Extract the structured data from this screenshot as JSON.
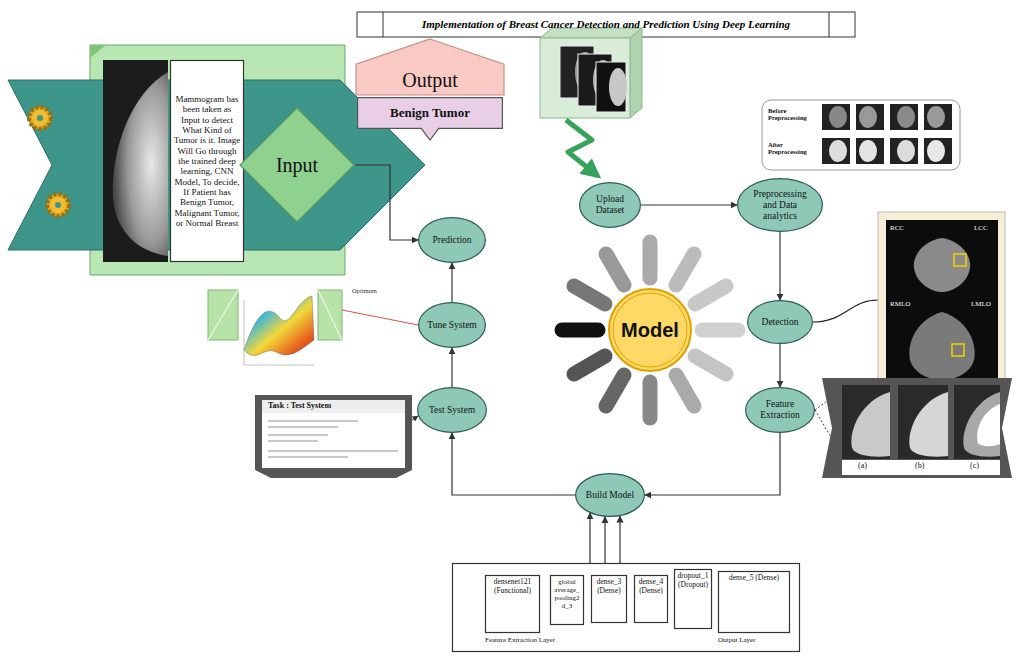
{
  "diagram": {
    "title": "Implementation of Breast Cancer Detection and Prediction Using Deep Learning",
    "nodes": [
      {
        "text": [
          "Output"
        ]
      },
      {
        "text": [
          "Benign Tumor"
        ]
      },
      {
        "text": [
          "Upload Dataset"
        ]
      },
      {
        "text": [
          "Preprocessing and Data analytics"
        ]
      },
      {
        "text": [
          "Prediction"
        ]
      },
      {
        "text": [
          "Mammogram has been taken as Input to detect What Kind of Tumor is it. Image Will Go through the trained deep learning, CNN Model, To decide, If Patient has Benign Tumor, Malignant Tumor, or Normal Breast"
        ]
      },
      {
        "text": [
          "Input"
        ]
      },
      {
        "text": [
          "Tune System"
        ]
      },
      {
        "text": [
          "Model"
        ]
      },
      {
        "text": [
          "Detection"
        ]
      },
      {
        "text": [
          "Test System"
        ]
      },
      {
        "text": [
          "Feature Extraction"
        ]
      },
      {
        "text": [
          "Build Model"
        ]
      },
      {
        "text": [
          "Feature Extraction Layer",
          "Output Layer"
        ]
      },
      {
        "text": [
          "densenet121 (Functional)"
        ],
        "in": 13
      },
      {
        "text": [
          "global average_pooling2d_3"
        ],
        "in": 13
      },
      {
        "text": [
          "dense_3 (Dense)"
        ],
        "in": 13
      },
      {
        "text": [
          "dense_4 (Dense)"
        ],
        "in": 13
      },
      {
        "text": [
          "dropout_1 (Dropout)"
        ],
        "in": 13
      },
      {
        "text": [
          "dense_5 (Dense)"
        ],
        "in": 13
      }
    ],
    "edges": [
      {
        "from": 2,
        "to": 3,
        "arrow": "to"
      },
      {
        "from": 3,
        "to": 9,
        "arrow": "to"
      },
      {
        "from": 9,
        "to": 11,
        "arrow": "to"
      },
      {
        "from": 11,
        "to": 12,
        "arrow": "to"
      },
      {
        "from": 12,
        "to": 10,
        "arrow": "to"
      },
      {
        "from": 10,
        "to": 7,
        "arrow": "to"
      },
      {
        "from": 7,
        "to": 4,
        "arrow": "to"
      },
      {
        "from": 6,
        "to": 4,
        "arrow": "to"
      },
      {
        "from": 13,
        "to": 12,
        "arrow": "to"
      },
      {
        "from": 13,
        "to": 12,
        "arrow": "to"
      },
      {
        "from": 13,
        "to": 12,
        "arrow": "to"
      }
    ],
    "labels": [
      "Before Preprocessing",
      "After Preprocessing",
      "RCC",
      "LCC",
      "RMLO",
      "LMLO",
      "(a)",
      "(b)",
      "(c)",
      "Task : Test System",
      "Optimum"
    ]
  }
}
